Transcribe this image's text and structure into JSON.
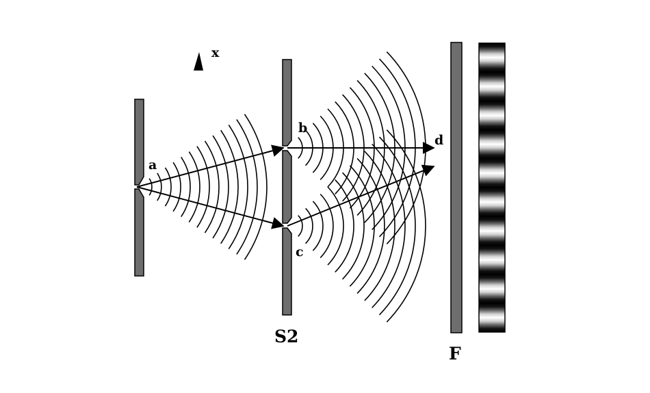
{
  "labels": {
    "axis": "x",
    "source_slit": "a",
    "slit_upper": "b",
    "slit_lower": "c",
    "screen_point": "d",
    "barrier": "S2",
    "screen": "F"
  },
  "colors": {
    "screen_fill": "#6e6e6e",
    "line": "#000000",
    "background": "#ffffff"
  }
}
